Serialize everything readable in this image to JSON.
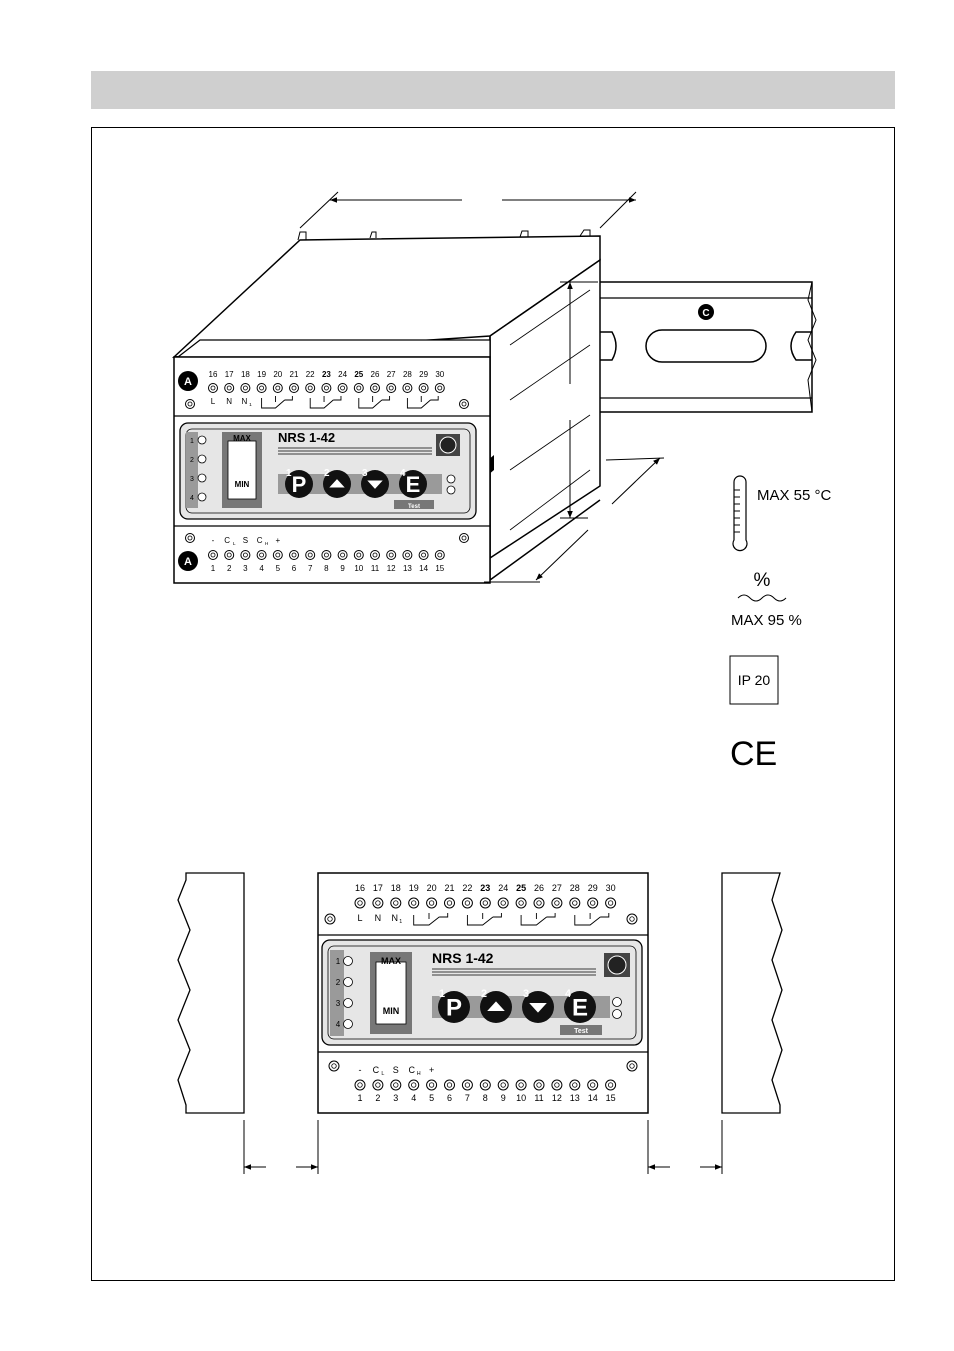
{
  "device": {
    "model": "NRS 1-42",
    "top_terminals": [
      "16",
      "17",
      "18",
      "19",
      "20",
      "21",
      "22",
      "23",
      "24",
      "25",
      "26",
      "27",
      "28",
      "29",
      "30"
    ],
    "top_symbols": [
      "L",
      "N",
      "N",
      "1"
    ],
    "bottom_terminals": [
      "1",
      "2",
      "3",
      "4",
      "5",
      "6",
      "7",
      "8",
      "9",
      "10",
      "11",
      "12",
      "13",
      "14",
      "15"
    ],
    "bottom_symbols": [
      "-",
      "C",
      "L",
      "S",
      "C",
      "H",
      "+"
    ],
    "leds": [
      "1",
      "2",
      "3",
      "4"
    ],
    "level_max": "MAX",
    "level_min": "MIN",
    "buttons": [
      {
        "num": "1",
        "letter": "P"
      },
      {
        "num": "2",
        "letter": "up-arrow"
      },
      {
        "num": "3",
        "letter": "down-arrow"
      },
      {
        "num": "4",
        "letter": "E"
      }
    ],
    "test_label": "Test"
  },
  "callouts": {
    "terminal_marker": "A",
    "rail_marker": "C"
  },
  "environment": {
    "temperature": "MAX 55 °C",
    "humidity_symbol": "%",
    "humidity": "MAX 95 %",
    "protection": "IP 20",
    "conformity": "CE"
  },
  "colors": {
    "header_bar": "#cfcfcf",
    "panel_grey": "#d8d8d8",
    "dark": "#222222"
  }
}
